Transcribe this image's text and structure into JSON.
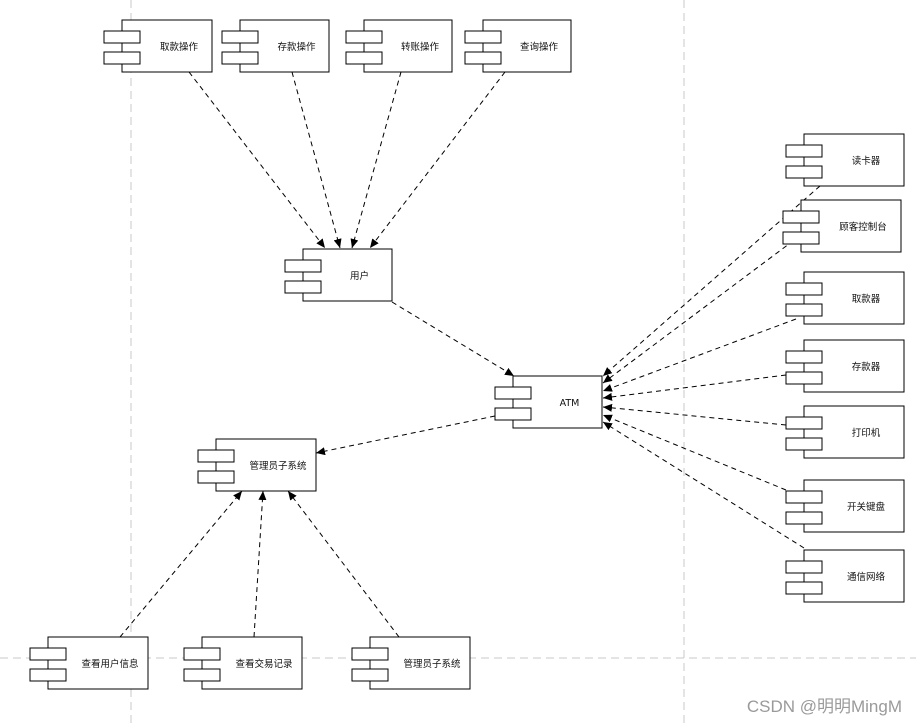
{
  "diagram": {
    "type": "UML component diagram",
    "components": [
      {
        "id": "withdraw-op",
        "label": "取款操作"
      },
      {
        "id": "deposit-op",
        "label": "存款操作"
      },
      {
        "id": "transfer-op",
        "label": "转账操作"
      },
      {
        "id": "query-op",
        "label": "查询操作"
      },
      {
        "id": "user",
        "label": "用户"
      },
      {
        "id": "atm",
        "label": "ATM"
      },
      {
        "id": "admin-subsystem",
        "label": "管理员子系统"
      },
      {
        "id": "view-user-info",
        "label": "查看用户信息"
      },
      {
        "id": "view-transactions",
        "label": "查看交易记录"
      },
      {
        "id": "admin-subsystem-2",
        "label": "管理员子系统"
      },
      {
        "id": "card-reader",
        "label": "读卡器"
      },
      {
        "id": "customer-console",
        "label": "顾客控制台"
      },
      {
        "id": "cash-dispenser",
        "label": "取款器"
      },
      {
        "id": "cash-acceptor",
        "label": "存款器"
      },
      {
        "id": "printer",
        "label": "打印机"
      },
      {
        "id": "switch-keyboard",
        "label": "开关键盘"
      },
      {
        "id": "network",
        "label": "通信网络"
      }
    ],
    "dependencies": [
      {
        "from": "withdraw-op",
        "to": "user"
      },
      {
        "from": "deposit-op",
        "to": "user"
      },
      {
        "from": "transfer-op",
        "to": "user"
      },
      {
        "from": "query-op",
        "to": "user"
      },
      {
        "from": "user",
        "to": "atm"
      },
      {
        "from": "atm",
        "to": "admin-subsystem"
      },
      {
        "from": "view-user-info",
        "to": "admin-subsystem"
      },
      {
        "from": "view-transactions",
        "to": "admin-subsystem"
      },
      {
        "from": "admin-subsystem-2",
        "to": "admin-subsystem"
      },
      {
        "from": "card-reader",
        "to": "atm"
      },
      {
        "from": "customer-console",
        "to": "atm"
      },
      {
        "from": "cash-dispenser",
        "to": "atm"
      },
      {
        "from": "cash-acceptor",
        "to": "atm"
      },
      {
        "from": "printer",
        "to": "atm"
      },
      {
        "from": "switch-keyboard",
        "to": "atm"
      },
      {
        "from": "network",
        "to": "atm"
      }
    ]
  },
  "watermark": "CSDN @明明MingM"
}
